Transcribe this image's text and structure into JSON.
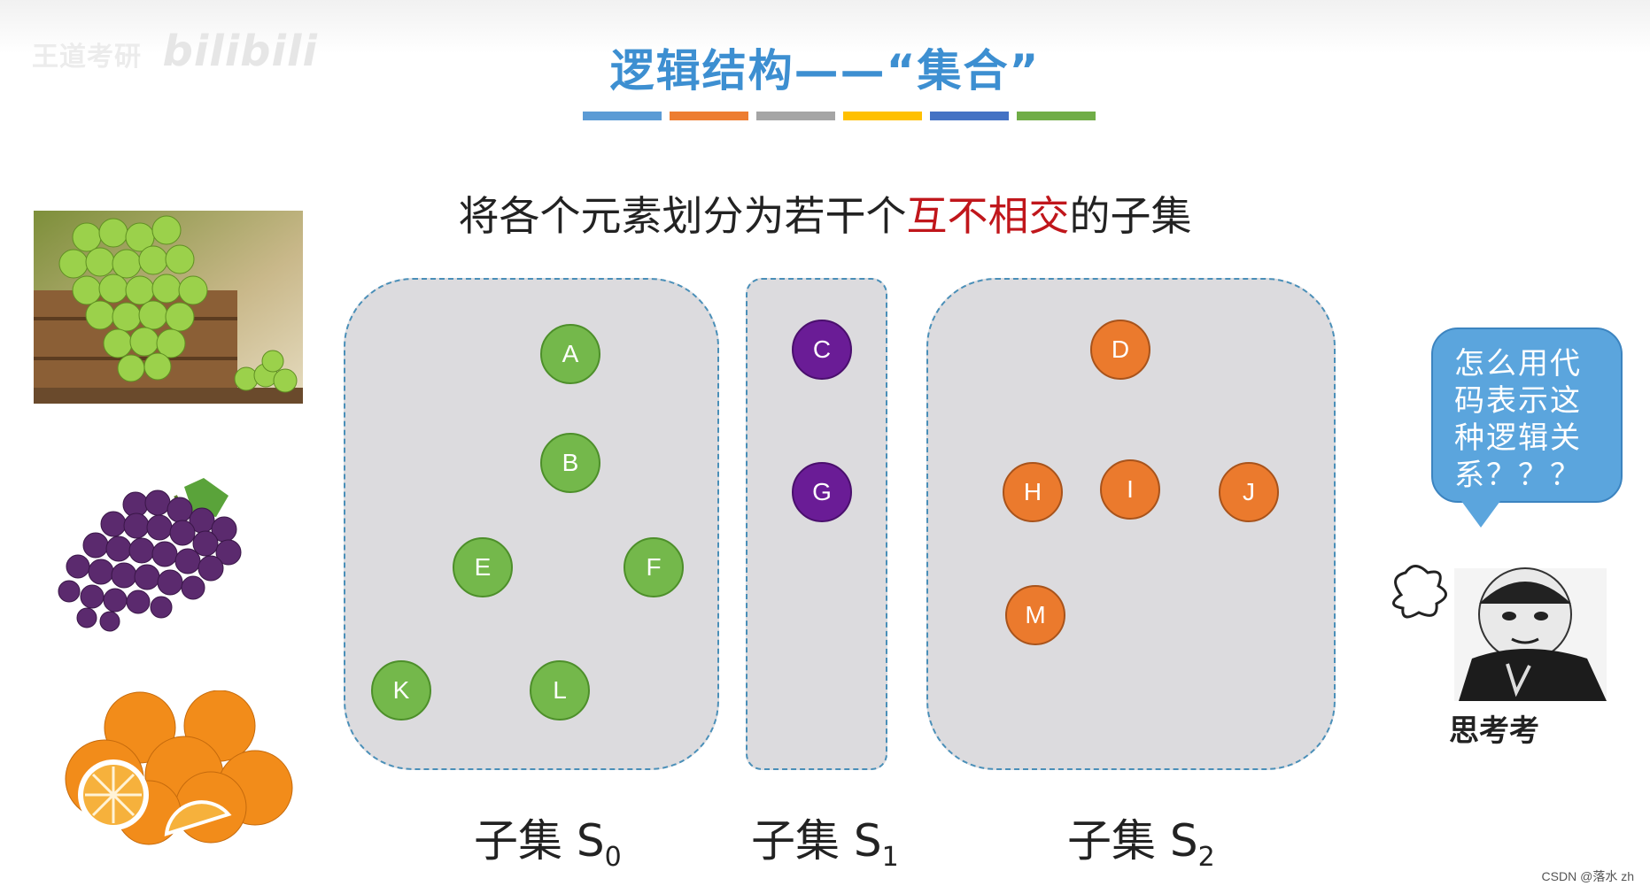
{
  "watermark": {
    "text": "王道考研",
    "brand": "bilibili"
  },
  "title": "逻辑结构——“集合”",
  "color_bar": [
    "#5b9bd5",
    "#ed7d31",
    "#a5a5a5",
    "#ffc000",
    "#4472c4",
    "#70ad47"
  ],
  "subtitle": {
    "part1": "将各个元素划分为若干个",
    "highlight": "互不相交",
    "part2": "的子集"
  },
  "subsets": [
    {
      "label": "子集 S",
      "index": "0",
      "color": "green",
      "nodes": [
        "A",
        "B",
        "E",
        "F",
        "K",
        "L"
      ]
    },
    {
      "label": "子集 S",
      "index": "1",
      "color": "purple",
      "nodes": [
        "C",
        "G"
      ]
    },
    {
      "label": "子集 S",
      "index": "2",
      "color": "orange",
      "nodes": [
        "D",
        "H",
        "I",
        "J",
        "M"
      ]
    }
  ],
  "bubble": {
    "text": "怎么用代码表示这种逻辑关系？？？"
  },
  "meme": {
    "caption": "思考考"
  },
  "footer": {
    "credit": "CSDN @落水 zh"
  }
}
